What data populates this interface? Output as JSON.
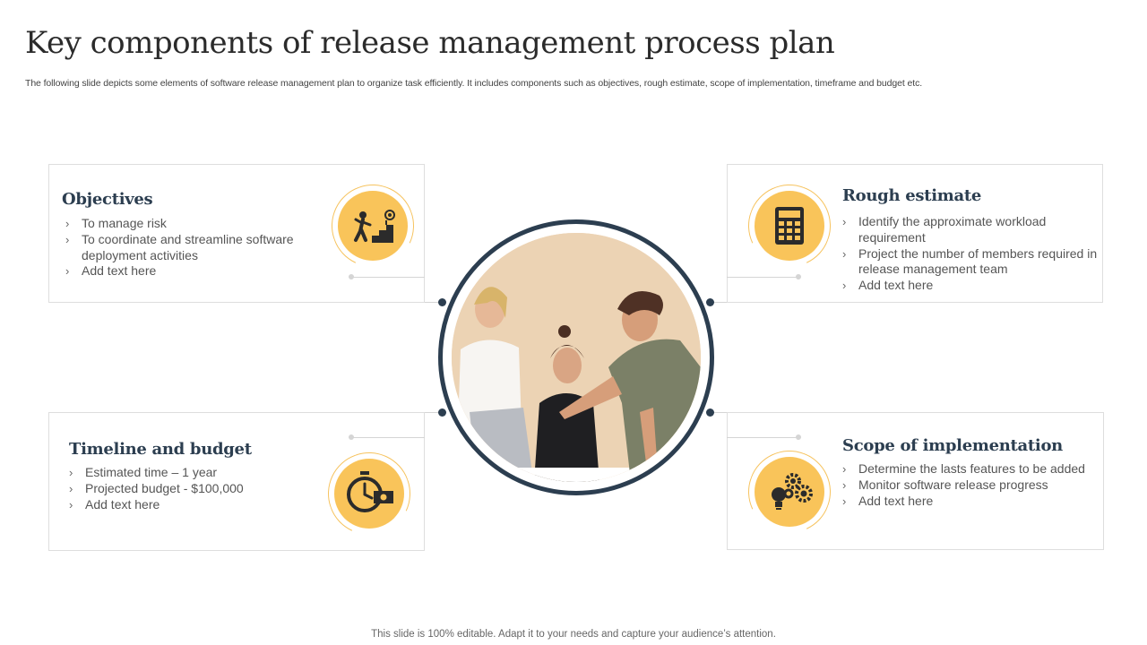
{
  "slide": {
    "title": "Key components of release management process plan",
    "subtitle": "The following slide depicts some elements of software release management plan to organize task efficiently.  It includes components such as objectives, rough estimate, scope of implementation, timeframe and budget etc.",
    "footer": "This slide is 100% editable. Adapt it to your needs and capture your audience’s attention."
  },
  "chevron": "›",
  "colors": {
    "accent": "#f9c45a",
    "navy": "#2c3e50",
    "border": "#dedede"
  },
  "cards": {
    "objectives": {
      "title": "Objectives",
      "icon": "goal-steps-icon",
      "items": [
        "To manage risk",
        "To coordinate and streamline software deployment activities",
        "Add text here"
      ]
    },
    "rough_estimate": {
      "title": "Rough estimate",
      "icon": "calculator-icon",
      "items": [
        "Identify the approximate workload requirement",
        "Project the number of members required in release management team",
        "Add text here"
      ]
    },
    "timeline_budget": {
      "title": "Timeline and budget",
      "icon": "stopwatch-money-icon",
      "items": [
        "Estimated time – 1 year",
        "Projected budget - $100,000",
        "Add text here"
      ]
    },
    "scope": {
      "title": "Scope of  implementation",
      "icon": "gears-lightbulb-icon",
      "items": [
        "Determine the lasts features to be added",
        "Monitor  software release progress",
        "Add text here"
      ]
    }
  },
  "center_image": {
    "icon": "team-meeting-photo"
  }
}
